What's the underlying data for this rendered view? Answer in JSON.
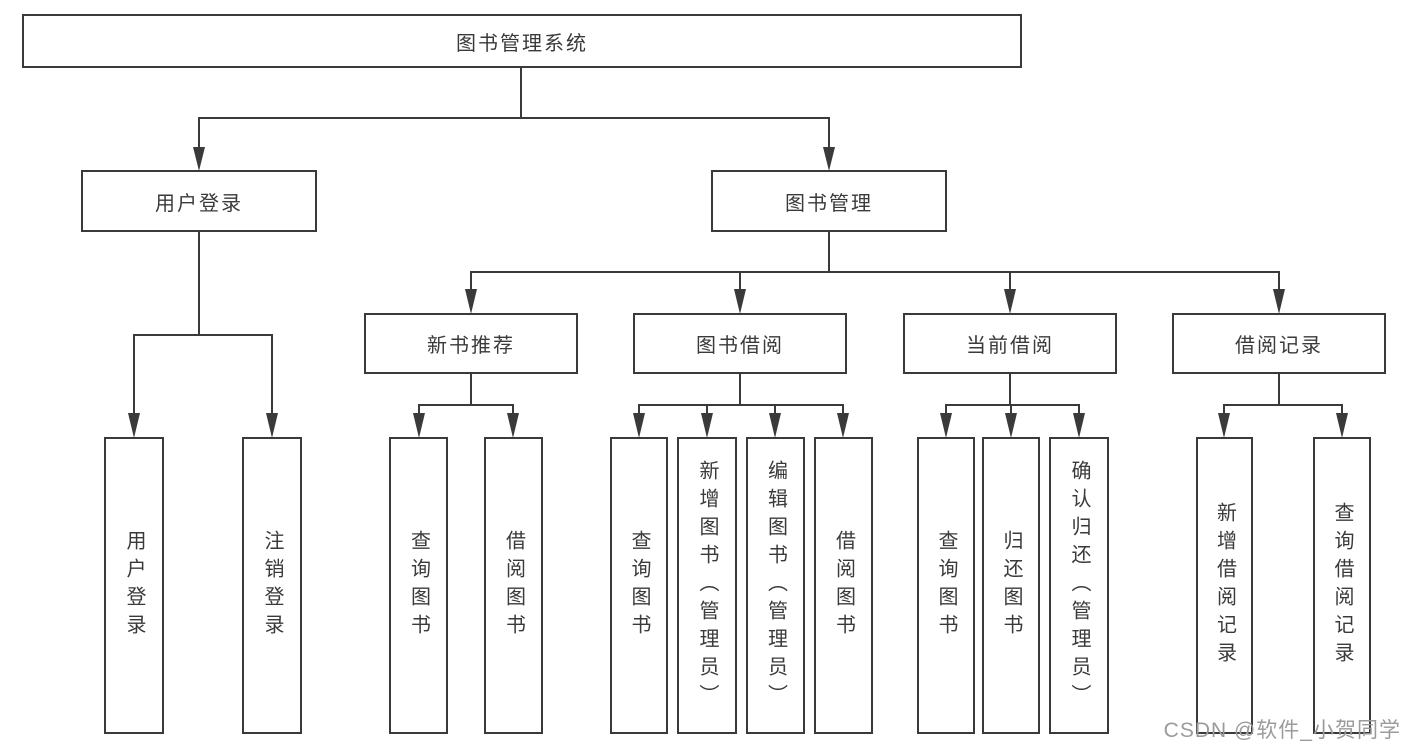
{
  "diagram": {
    "root": {
      "label": "图书管理系统"
    },
    "branches": [
      {
        "label": "用户登录",
        "children": [
          {
            "label": "用户登录"
          },
          {
            "label": "注销登录"
          }
        ]
      },
      {
        "label": "图书管理",
        "children": [
          {
            "label": "新书推荐",
            "children": [
              {
                "label": "查询图书"
              },
              {
                "label": "借阅图书"
              }
            ]
          },
          {
            "label": "图书借阅",
            "children": [
              {
                "label": "查询图书"
              },
              {
                "label": "新增图书（管理员）"
              },
              {
                "label": "编辑图书（管理员）"
              },
              {
                "label": "借阅图书"
              }
            ]
          },
          {
            "label": "当前借阅",
            "children": [
              {
                "label": "查询图书"
              },
              {
                "label": "归还图书"
              },
              {
                "label": "确认归还（管理员）"
              }
            ]
          },
          {
            "label": "借阅记录",
            "children": [
              {
                "label": "新增借阅记录"
              },
              {
                "label": "查询借阅记录"
              }
            ]
          }
        ]
      }
    ]
  },
  "watermark": {
    "text": "CSDN @软件_小贺同学"
  },
  "colors": {
    "line": "#3a3a3a",
    "watermark": "#9b9b9b"
  }
}
